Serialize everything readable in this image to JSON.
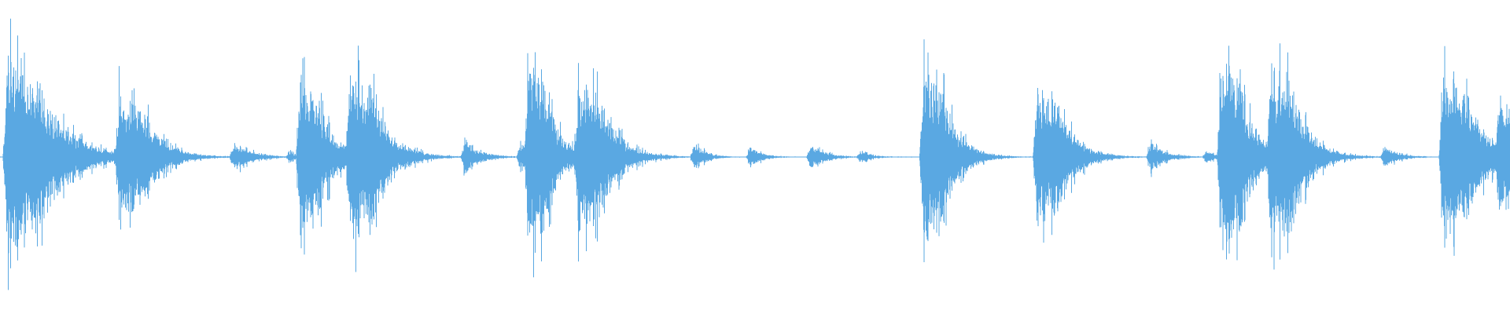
{
  "colors": {
    "background": "#ffffff",
    "waveform": "#5aa8e2"
  },
  "waveform": {
    "events": [
      {
        "t": 0.005,
        "amp": 0.95,
        "decay": 0.035,
        "type": "burst"
      },
      {
        "t": 0.042,
        "amp": 0.12,
        "decay": 0.008,
        "type": "click"
      },
      {
        "t": 0.079,
        "amp": 0.62,
        "decay": 0.025,
        "type": "burst"
      },
      {
        "t": 0.114,
        "amp": 0.1,
        "decay": 0.01,
        "type": "click"
      },
      {
        "t": 0.155,
        "amp": 0.14,
        "decay": 0.012,
        "type": "click"
      },
      {
        "t": 0.192,
        "amp": 0.05,
        "decay": 0.006,
        "type": "click"
      },
      {
        "t": 0.199,
        "amp": 0.72,
        "decay": 0.02,
        "type": "burst"
      },
      {
        "t": 0.232,
        "amp": 0.84,
        "decay": 0.024,
        "type": "burst"
      },
      {
        "t": 0.255,
        "amp": 0.05,
        "decay": 0.01,
        "type": "click"
      },
      {
        "t": 0.272,
        "amp": 0.05,
        "decay": 0.01,
        "type": "click"
      },
      {
        "t": 0.308,
        "amp": 0.16,
        "decay": 0.01,
        "type": "click"
      },
      {
        "t": 0.345,
        "amp": 0.12,
        "decay": 0.01,
        "type": "burst"
      },
      {
        "t": 0.35,
        "amp": 0.9,
        "decay": 0.018,
        "type": "burst"
      },
      {
        "t": 0.383,
        "amp": 0.74,
        "decay": 0.024,
        "type": "burst"
      },
      {
        "t": 0.42,
        "amp": 0.08,
        "decay": 0.008,
        "type": "click"
      },
      {
        "t": 0.46,
        "amp": 0.13,
        "decay": 0.008,
        "type": "click"
      },
      {
        "t": 0.497,
        "amp": 0.1,
        "decay": 0.008,
        "type": "click"
      },
      {
        "t": 0.537,
        "amp": 0.12,
        "decay": 0.01,
        "type": "click"
      },
      {
        "t": 0.57,
        "amp": 0.06,
        "decay": 0.008,
        "type": "click"
      },
      {
        "t": 0.612,
        "amp": 0.88,
        "decay": 0.02,
        "type": "burst"
      },
      {
        "t": 0.652,
        "amp": 0.05,
        "decay": 0.008,
        "type": "click"
      },
      {
        "t": 0.687,
        "amp": 0.7,
        "decay": 0.022,
        "type": "burst"
      },
      {
        "t": 0.725,
        "amp": 0.06,
        "decay": 0.01,
        "type": "click"
      },
      {
        "t": 0.762,
        "amp": 0.14,
        "decay": 0.01,
        "type": "click"
      },
      {
        "t": 0.799,
        "amp": 0.06,
        "decay": 0.008,
        "type": "click"
      },
      {
        "t": 0.809,
        "amp": 0.95,
        "decay": 0.02,
        "type": "burst"
      },
      {
        "t": 0.842,
        "amp": 0.95,
        "decay": 0.022,
        "type": "burst"
      },
      {
        "t": 0.87,
        "amp": 0.05,
        "decay": 0.01,
        "type": "click"
      },
      {
        "t": 0.917,
        "amp": 0.1,
        "decay": 0.01,
        "type": "click"
      },
      {
        "t": 0.956,
        "amp": 0.88,
        "decay": 0.024,
        "type": "burst"
      },
      {
        "t": 0.993,
        "amp": 0.62,
        "decay": 0.012,
        "type": "burst"
      }
    ]
  }
}
